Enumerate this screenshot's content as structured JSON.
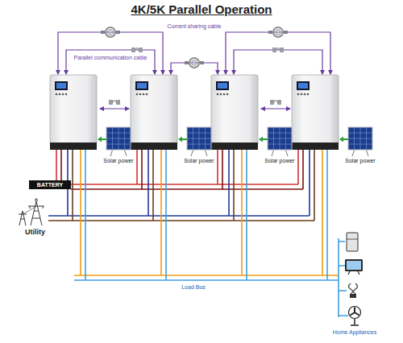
{
  "diagram": {
    "title": "4K/5K Parallel Operation",
    "nodes": [
      {
        "text": [
          "BATTERY"
        ]
      }
    ],
    "labels": [
      "Current sharing cable",
      "Parallel communication cable",
      "Solar power",
      "Solar power",
      "Solar power",
      "Solar power",
      "Utility",
      "Load Bus",
      "Home Appliances"
    ]
  }
}
